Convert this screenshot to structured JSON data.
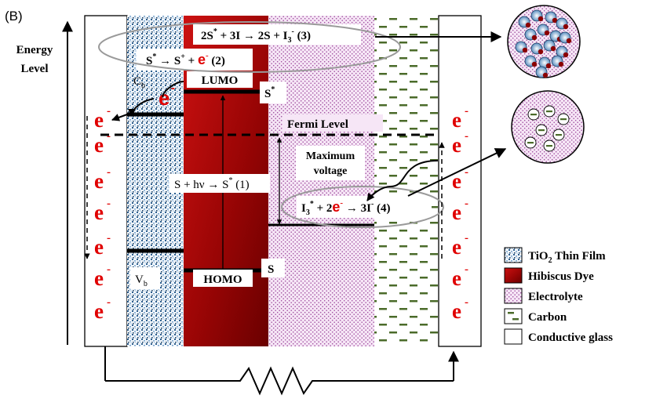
{
  "panel_label": "(B)",
  "axis": {
    "line1": "Energy",
    "line2": "Level"
  },
  "levels": {
    "cb": "C",
    "cb_sub": "b",
    "vb": "V",
    "vb_sub": "b",
    "lumo": "LUMO",
    "homo": "HOMO",
    "s_star": "S",
    "s_star_sup": "*",
    "s_ground": "S",
    "fermi": "Fermi Level",
    "max_voltage_line1": "Maximum",
    "max_voltage_line2": "voltage"
  },
  "reactions": {
    "r1": {
      "a": "S + hν → S",
      "sup": "*",
      "b": " (1)"
    },
    "r2": {
      "a": "S",
      "sup1": "*",
      "b": " → S",
      "sup2": "+",
      "c": " + ",
      "e": "e",
      "esup": "-",
      "d": " (2)"
    },
    "r3": {
      "a": "2S",
      "sup": "*",
      "b": " + 3I → 2S + I",
      "sub": "3",
      "sup2": "-",
      "c": "   (3)"
    },
    "r4": {
      "a": "I",
      "sub": "3",
      "sup": "*",
      "b": " + 2",
      "e": "e",
      "esup": "-",
      "c": " → 3I",
      "sup2": "-",
      "d": "   (4)"
    }
  },
  "electron": {
    "symbol": "e",
    "charge": "-"
  },
  "legend": [
    {
      "label_main": "TiO",
      "label_sub": "2",
      "label_rest": " Thin Film",
      "pattern": "tio2"
    },
    {
      "label_main": "Hibiscus Dye",
      "label_sub": "",
      "label_rest": "",
      "pattern": "dye"
    },
    {
      "label_main": "Electrolyte",
      "label_sub": "",
      "label_rest": "",
      "pattern": "electrolyte"
    },
    {
      "label_main": "Carbon",
      "label_sub": "",
      "label_rest": "",
      "pattern": "carbon"
    },
    {
      "label_main": "Conductive glass",
      "label_sub": "",
      "label_rest": "",
      "pattern": "glass"
    }
  ],
  "colors": {
    "electron_red": "#e00000",
    "dye_dark": "#7a0000",
    "dye_light": "#cc1111",
    "tio2_blue": "#4a7fb0",
    "electrolyte_purple": "#b066b0",
    "carbon_green": "#4b6b2a"
  }
}
